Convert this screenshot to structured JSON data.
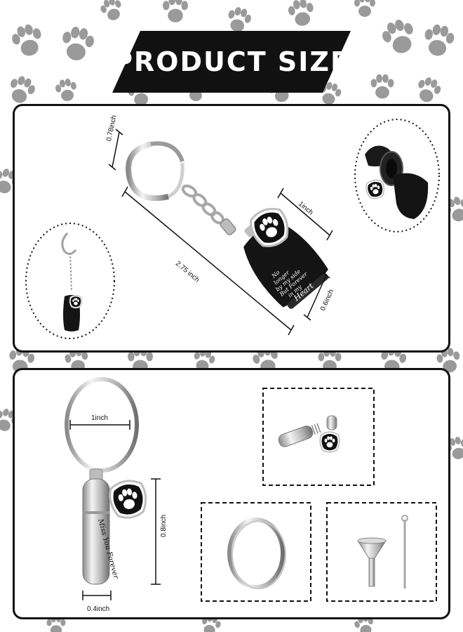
{
  "banner": {
    "title": "PRODUCT SIZE"
  },
  "top_panel": {
    "clasp_dim": "0.78inch",
    "length_dim": "2.75 inch",
    "urn_width_dim": "1inch",
    "urn_base_dim": "0.6inch",
    "urn_engraving": [
      "No",
      "longer",
      "by my side",
      "But Forever",
      "in my",
      "Heart"
    ]
  },
  "bottom_panel": {
    "ring_dim": "1inch",
    "cylinder_height_dim": "0.8inch",
    "cylinder_width_dim": "0.4inch",
    "cylinder_engraving": "Miss You Forever"
  },
  "colors": {
    "banner": "#111111",
    "panel_border": "#111111",
    "paw_background": "#9a9a9a",
    "metal": "#c8c8c8"
  }
}
